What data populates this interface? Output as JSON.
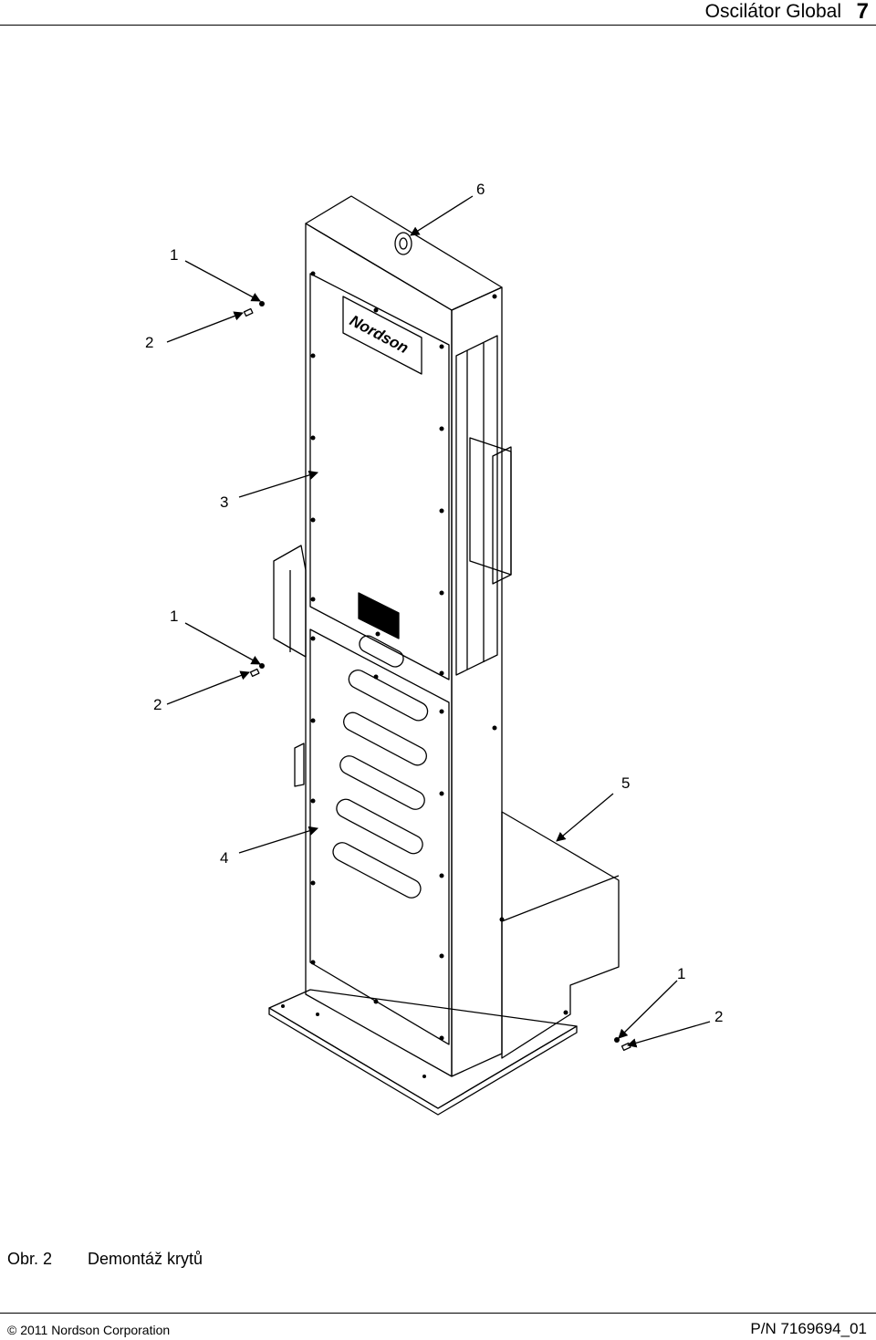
{
  "header": {
    "title": "Oscilátor Global",
    "page_number": "7"
  },
  "figure": {
    "logo_text": "Nordson",
    "callouts": [
      "6",
      "1",
      "2",
      "3",
      "1",
      "2",
      "5",
      "4",
      "1",
      "2"
    ]
  },
  "caption": {
    "label": "Obr. 2",
    "text": "Demontáž krytů"
  },
  "footer": {
    "copyright": "© 2011 Nordson Corporation",
    "part_number": "P/N  7169694_01"
  }
}
